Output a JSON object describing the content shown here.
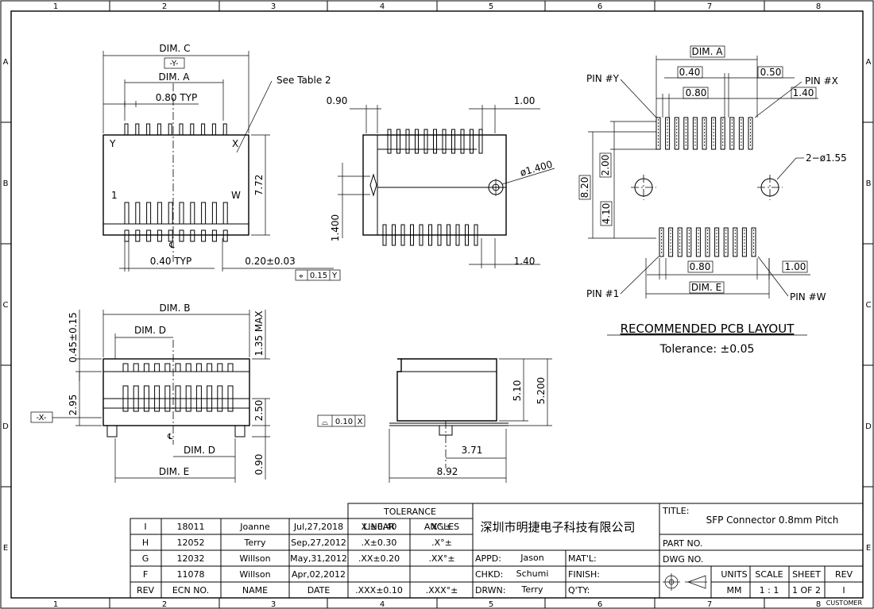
{
  "grid": {
    "cols": [
      "1",
      "2",
      "3",
      "4",
      "5",
      "6",
      "7",
      "8"
    ],
    "rows": [
      "A",
      "B",
      "C",
      "D",
      "E"
    ]
  },
  "front_view": {
    "dim_c": "DIM. C",
    "datum_y": "-Y-",
    "dim_a": "DIM. A",
    "typ_080": "0.80  TYP",
    "see_table": "See  Table  2",
    "label_y": "Y",
    "label_x": "X",
    "label_1": "1",
    "label_w": "W",
    "h_772": "7.72",
    "typ_040": "0.40  TYP",
    "d_020": "0.20±0.03",
    "tol_sym": "⌖",
    "tol_val": "0.15",
    "tol_ref": "Y",
    "cl": "℄"
  },
  "side_view": {
    "d_090": "0.90",
    "d_100": "1.00",
    "d_phi": "ø1.400",
    "d_1400": "1.400",
    "d_140": "1.40"
  },
  "pcb": {
    "dim_a": "DIM. A",
    "d_040": "0.40",
    "d_050": "0.50",
    "d_080_top": "0.80",
    "d_140": "1.40",
    "pin_y": "PIN  #Y",
    "pin_x": "PIN  #X",
    "pin_1": "PIN  #1",
    "pin_w": "PIN  #W",
    "d_200": "2.00",
    "d_820": "8.20",
    "d_410": "4.10",
    "holes": "2−ø1.55",
    "d_080_bot": "0.80",
    "d_100": "1.00",
    "dim_e": "DIM. E",
    "title": "RECOMMENDED  PCB  LAYOUT",
    "tolerance": "Tolerance:  ±0.05"
  },
  "bottom_view": {
    "dim_b": "DIM. B",
    "dim_d_top": "DIM. D",
    "d_045": "0.45±0.15",
    "d_135": "1.35  MAX",
    "d_295": "2.95",
    "datum_x": "-X-",
    "d_250": "2.50",
    "dim_d_bot": "DIM. D",
    "dim_e": "DIM. E",
    "d_090": "0.90",
    "cl": "℄"
  },
  "profile_view": {
    "flat_sym": "⌓",
    "flat_val": "0.10",
    "flat_ref": "X",
    "d_510": "5.10",
    "d_5200": "5.200",
    "d_371": "3.71",
    "d_892": "8.92"
  },
  "revisions": {
    "rows": [
      {
        "rev": "I",
        "ecn": "18011",
        "name": "Joanne",
        "date": "Jul,27,2018",
        "linear": "X.±0.40",
        "angles": "X°.±"
      },
      {
        "rev": "H",
        "ecn": "12052",
        "name": "Terry",
        "date": "Sep,27,2012",
        "linear": ".X±0.30",
        "angles": ".X°±"
      },
      {
        "rev": "G",
        "ecn": "12032",
        "name": "Willson",
        "date": "May,31,2012",
        "linear": ".XX±0.20",
        "angles": ".XX°±"
      },
      {
        "rev": "F",
        "ecn": "11078",
        "name": "Willson",
        "date": "Apr,02,2012",
        "linear": ".XXX±0.10",
        "angles": ".XXX°±"
      }
    ],
    "headers": {
      "rev": "REV",
      "ecn": "ECN  NO.",
      "name": "NAME",
      "date": "DATE"
    },
    "tolerance": "TOLERANCE",
    "linear": "LINEAR",
    "angles": "ANGLES"
  },
  "title_block": {
    "company": "深圳市明捷电子科技有限公司",
    "appd_label": "APPD:",
    "appd": "Jason",
    "chkd_label": "CHKD:",
    "chkd": "Schumi",
    "drwn_label": "DRWN:",
    "drwn": "Terry",
    "matl": "MAT'L:",
    "finish": "FINISH:",
    "qty": "Q'TY:",
    "title_label": "TITLE:",
    "title": "SFP  Connector  0.8mm  Pitch",
    "part_no": "PART  NO.",
    "dwg_no": "DWG  NO.",
    "units_label": "UNITS",
    "units": "MM",
    "scale_label": "SCALE",
    "scale": "1  :  1",
    "sheet_label": "SHEET",
    "sheet": "1  OF  2",
    "rev_label": "REV",
    "rev": "I",
    "customer": "CUSTOMER"
  }
}
